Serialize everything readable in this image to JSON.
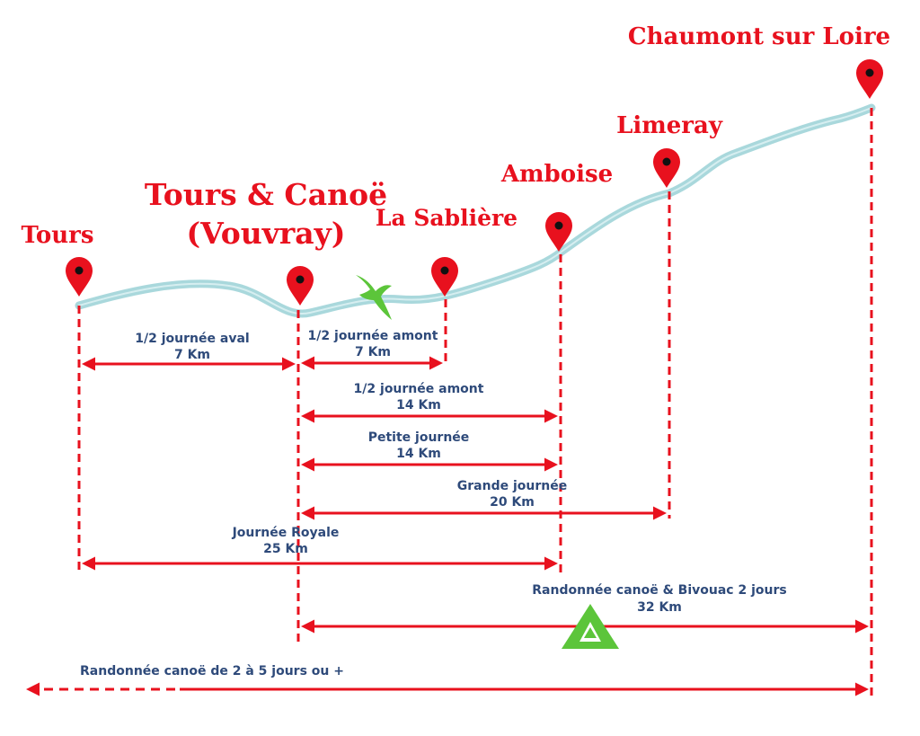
{
  "colors": {
    "accent_red": "#e8111e",
    "river": "#a9d8dc",
    "route_text": "#2e4a7a",
    "bird_green": "#5cc53a",
    "tent_green": "#5cc53a"
  },
  "places": {
    "tours": "Tours",
    "tours_canoe_line1": "Tours & Canoë",
    "tours_canoe_line2": "(Vouvray)",
    "la_sabliere": "La Sablière",
    "amboise": "Amboise",
    "limeray": "Limeray",
    "chaumont": "Chaumont sur Loire"
  },
  "routes": {
    "aval": {
      "name": "1/2 journée aval",
      "distance": "7 Km"
    },
    "amont_7": {
      "name": "1/2 journée amont",
      "distance": "7 Km"
    },
    "amont_14": {
      "name": "1/2 journée amont",
      "distance": "14 Km"
    },
    "petite": {
      "name": "Petite journée",
      "distance": "14 Km"
    },
    "grande": {
      "name": "Grande journée",
      "distance": "20 Km"
    },
    "royale": {
      "name": "Journée Royale",
      "distance": "25 Km"
    },
    "bivouac": {
      "name": "Randonnée canoë & Bivouac 2 jours",
      "distance": "32 Km"
    },
    "multi": {
      "name": "Randonnée canoë de 2 à 5 jours ou +"
    }
  },
  "icons": {
    "marker": "map-pin-icon",
    "bird": "bird-icon",
    "tent": "tent-icon"
  }
}
